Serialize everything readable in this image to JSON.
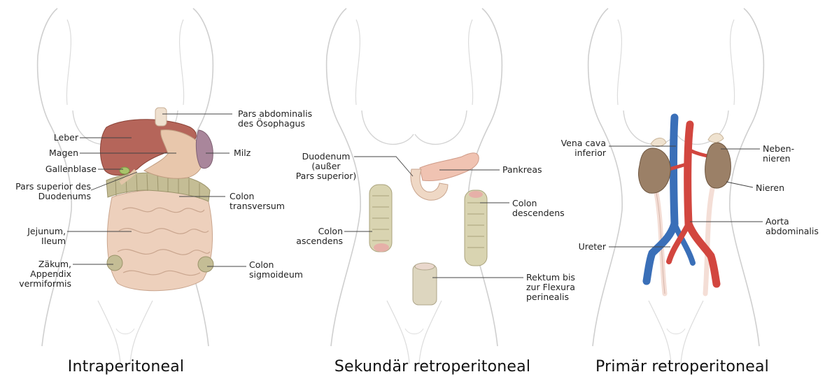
{
  "panels": [
    {
      "caption": "Intraperitoneal",
      "labels": {
        "pars_abdominalis": [
          "Pars abdominalis",
          "des Ösophagus"
        ],
        "leber": [
          "Leber"
        ],
        "magen": [
          "Magen"
        ],
        "milz": [
          "Milz"
        ],
        "gallenblase": [
          "Gallenblase"
        ],
        "pars_superior": [
          "Pars superior des",
          "Duodenums"
        ],
        "colon_transversum": [
          "Colon",
          "transversum"
        ],
        "jejunum": [
          "Jejunum,",
          "Ileum"
        ],
        "zaekum": [
          "Zäkum,",
          "Appendix",
          "vermiformis"
        ],
        "colon_sigmoideum": [
          "Colon",
          "sigmoideum"
        ]
      }
    },
    {
      "caption": "Sekundär retroperitoneal",
      "labels": {
        "duodenum": [
          "Duodenum",
          "(außer",
          "Pars superior)"
        ],
        "pankreas": [
          "Pankreas"
        ],
        "colon_ascendens": [
          "Colon",
          "ascendens"
        ],
        "colon_descendens": [
          "Colon",
          "descendens"
        ],
        "rektum": [
          "Rektum bis",
          "zur Flexura",
          "perinealis"
        ]
      }
    },
    {
      "caption": "Primär retroperitoneal",
      "labels": {
        "vena_cava": [
          "Vena cava",
          "inferior"
        ],
        "nebennieren": [
          "Neben-",
          "nieren"
        ],
        "nieren": [
          "Nieren"
        ],
        "aorta": [
          "Aorta",
          "abdominalis"
        ],
        "ureter": [
          "Ureter"
        ]
      }
    }
  ],
  "colors": {
    "body_outline": "#cfcfcf",
    "liver": "#b5655a",
    "stomach": "#e8c7ac",
    "spleen": "#a9869b",
    "gallbladder": "#a9c46b",
    "colon": "#c4bd95",
    "small_intestine": "#edd0bc",
    "pancreas": "#f0c3b2",
    "kidney": "#9b8067",
    "adrenal": "#efe2cf",
    "aorta": "#d2463f",
    "vena_cava": "#3a6fb8",
    "ureter": "#f4ded6"
  }
}
